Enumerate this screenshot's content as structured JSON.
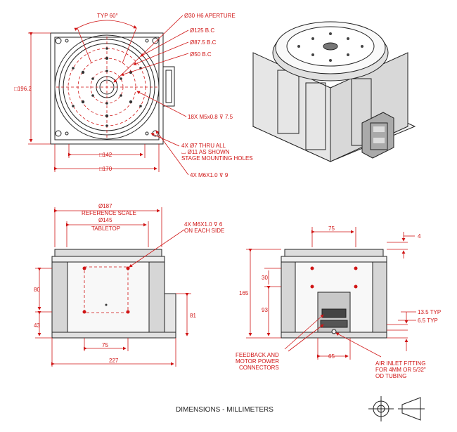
{
  "top_view": {
    "typ_angle": "TYP 60°",
    "aperture": "Ø30 H6 APERTURE",
    "bc_125": "Ø125 B.C",
    "bc_87": "Ø87.5 B.C",
    "bc_50": "Ø50 B.C",
    "screw_holes": "18X M5x0.8 ⊽ 7.5",
    "thru_line1": "4X Ø7 THRU ALL",
    "thru_line2": "⌴ Ø11 AS SHOWN",
    "thru_line3": "STAGE MOUNTING HOLES",
    "m6_holes": "4X M6X1.0 ⊽ 9",
    "width_196": "□196.2",
    "width_142": "□142",
    "width_170": "□170"
  },
  "front_view": {
    "ref_scale_dia": "Ø187",
    "ref_scale": "REFERENCE SCALE",
    "tabletop_dia": "Ø145",
    "tabletop": "TABLETOP",
    "side_holes_1": "4X M6X1.0 ⊽ 6",
    "side_holes_2": "ON EACH SIDE",
    "h80": "80",
    "h43": "43",
    "h81": "81",
    "w75": "75",
    "w227": "227"
  },
  "side_view": {
    "w75": "75",
    "d4": "4",
    "h165": "165",
    "h30": "30",
    "h93": "93",
    "d13_5": "13.5 TYP",
    "d6_5": "6.5 TYP",
    "w65": "65",
    "feedback_1": "FEEDBACK AND",
    "feedback_2": "MOTOR POWER",
    "feedback_3": "CONNECTORS",
    "air_1": "AIR INLET FITTING",
    "air_2": "FOR 4MM OR 5/32\"",
    "air_3": "OD TUBING"
  },
  "footer": {
    "title": "DIMENSIONS - MILLIMETERS",
    "projection_icon": "third-angle-projection-icon"
  }
}
